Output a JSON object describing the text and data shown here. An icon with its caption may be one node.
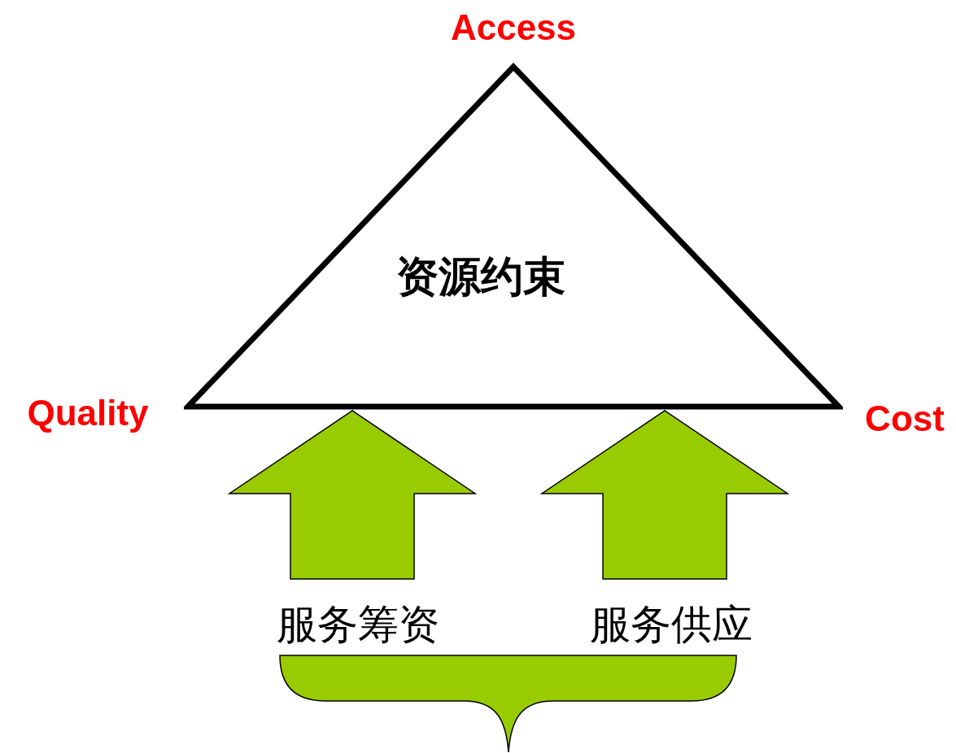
{
  "diagram": {
    "nodes": [
      {
        "text": [
          "资源约束"
        ]
      },
      {
        "text": [
          "服务筹资"
        ]
      },
      {
        "text": [
          "服务供应"
        ]
      },
      {
        "text": [],
        "shape": "brace"
      }
    ],
    "edges": [
      {
        "from": 1,
        "to": 0,
        "arrow": "to",
        "style": "thick",
        "color": "#99cc00"
      },
      {
        "from": 2,
        "to": 0,
        "arrow": "to",
        "style": "thick",
        "color": "#99cc00"
      }
    ],
    "labels": [
      "Access",
      "Quality",
      "Cost"
    ]
  }
}
